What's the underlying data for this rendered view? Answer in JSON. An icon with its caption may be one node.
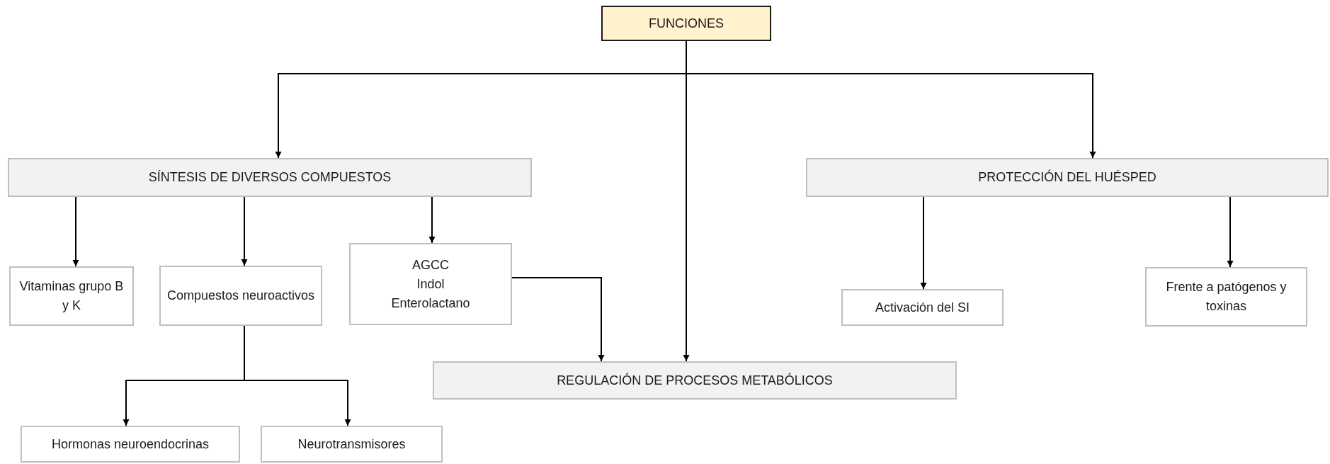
{
  "diagram": {
    "nodes": [
      {
        "text": [
          "FUNCIONES"
        ]
      },
      {
        "text": [
          "SÍNTESIS DE DIVERSOS COMPUESTOS"
        ]
      },
      {
        "text": [
          "PROTECCIÓN DEL HUÉSPED"
        ]
      },
      {
        "text": [
          "Vitaminas grupo B y K"
        ]
      },
      {
        "text": [
          "Compuestos neuroactivos"
        ]
      },
      {
        "text": [
          "AGCC",
          "Indol",
          "Enterolactano"
        ]
      },
      {
        "text": [
          "REGULACIÓN DE PROCESOS METABÓLICOS"
        ]
      },
      {
        "text": [
          "Activación del SI"
        ]
      },
      {
        "text": [
          "Frente a patógenos y toxinas"
        ]
      },
      {
        "text": [
          "Hormonas neuroendocrinas"
        ]
      },
      {
        "text": [
          "Neurotransmisores"
        ]
      }
    ],
    "edges": [
      {
        "from": 0,
        "to": 1,
        "arrow": "to"
      },
      {
        "from": 0,
        "to": 6,
        "arrow": "to"
      },
      {
        "from": 0,
        "to": 2,
        "arrow": "to"
      },
      {
        "from": 1,
        "to": 3,
        "arrow": "to"
      },
      {
        "from": 1,
        "to": 4,
        "arrow": "to"
      },
      {
        "from": 1,
        "to": 5,
        "arrow": "to"
      },
      {
        "from": 5,
        "to": 6,
        "arrow": "to"
      },
      {
        "from": 2,
        "to": 7,
        "arrow": "to"
      },
      {
        "from": 2,
        "to": 8,
        "arrow": "to"
      },
      {
        "from": 4,
        "to": 9,
        "arrow": "to"
      },
      {
        "from": 4,
        "to": 10,
        "arrow": "to"
      }
    ]
  }
}
